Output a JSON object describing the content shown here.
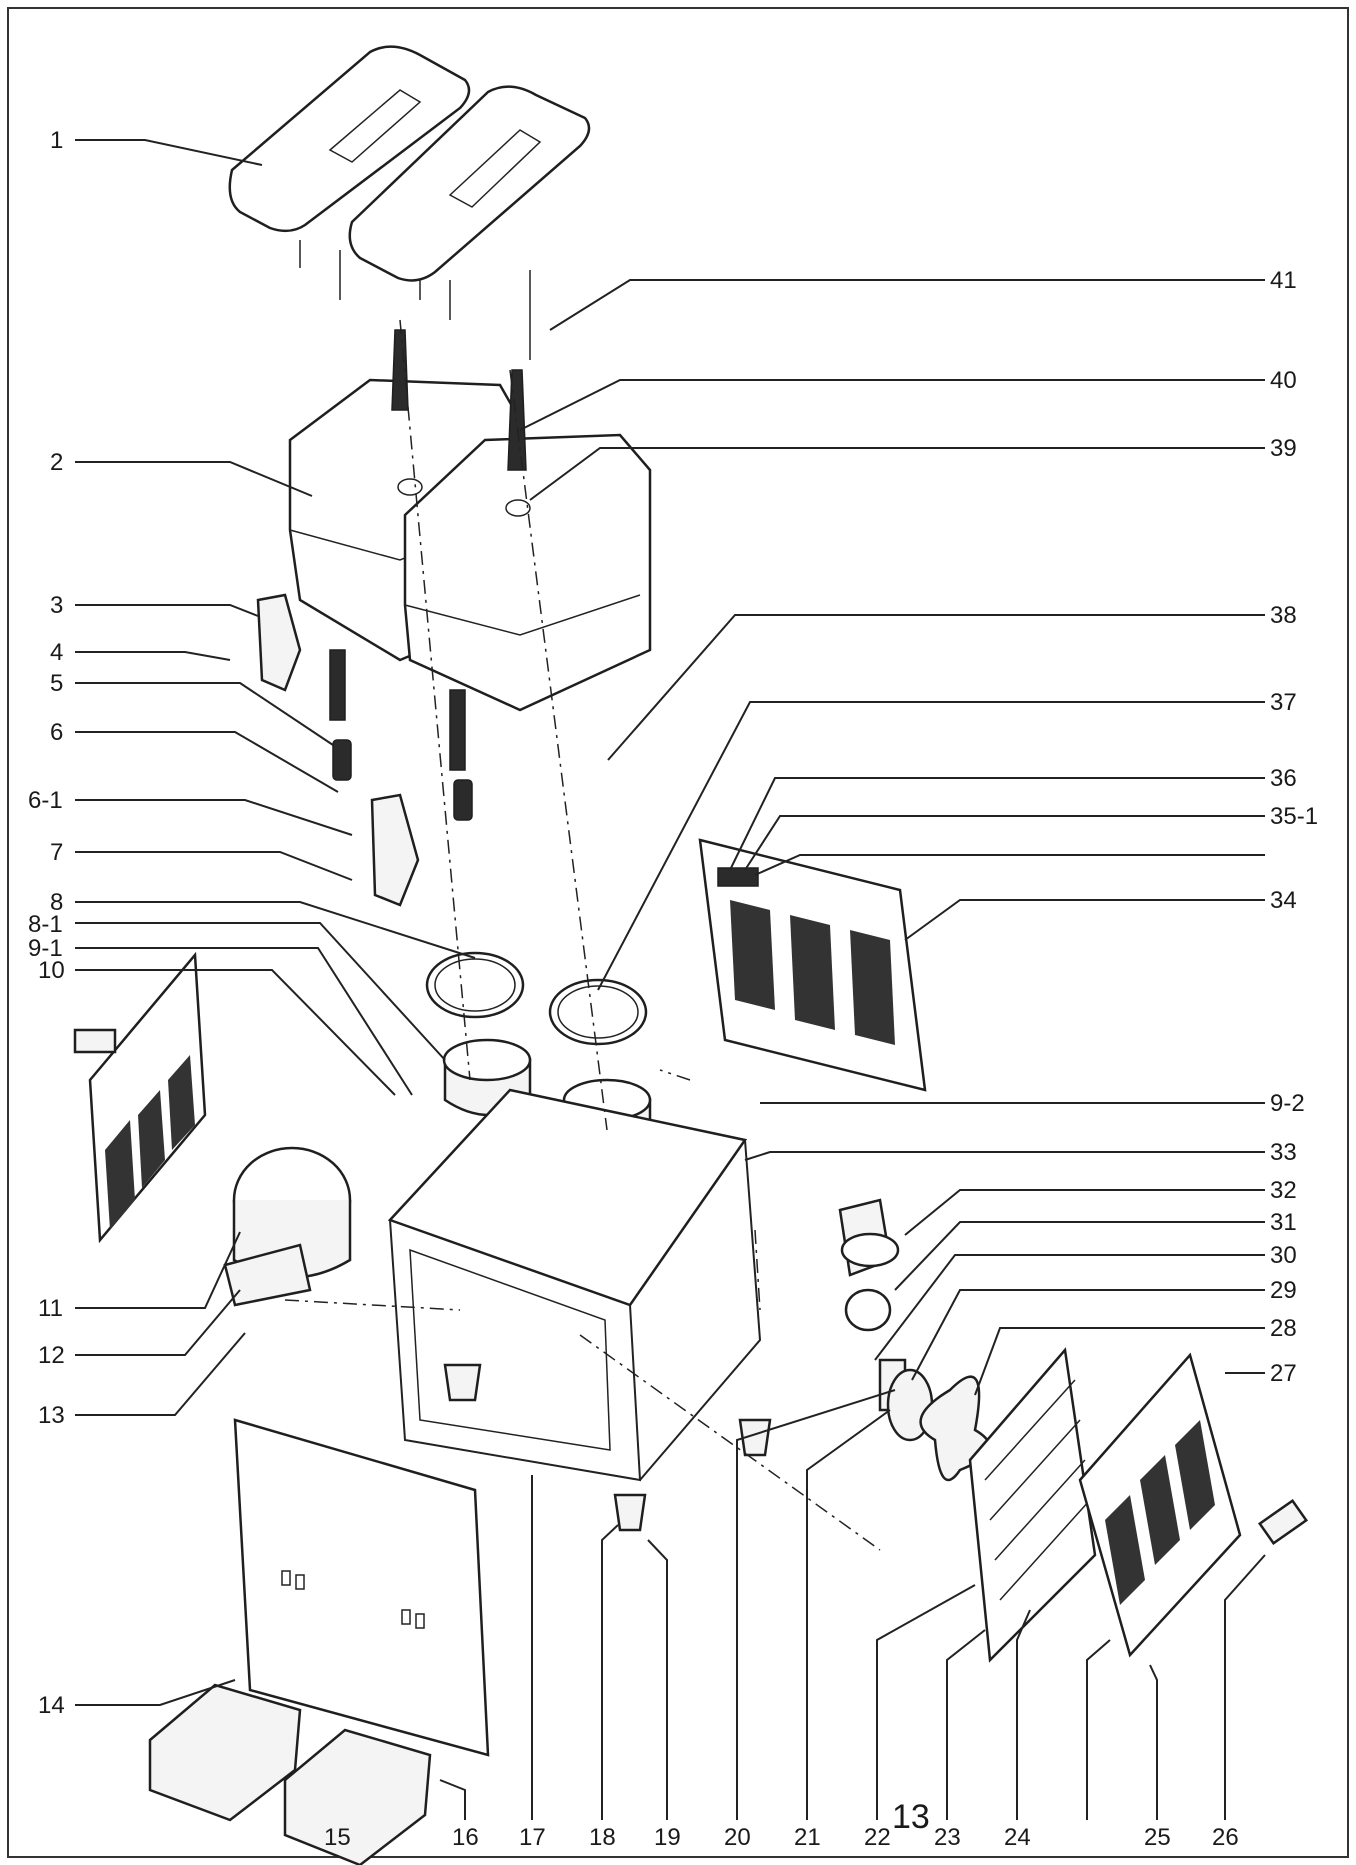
{
  "page_number": "13",
  "callouts_left": [
    "1",
    "2",
    "3",
    "4",
    "5",
    "6",
    "6-1",
    "7",
    "8",
    "8-1",
    "9-1",
    "10",
    "11",
    "12",
    "13",
    "14"
  ],
  "callouts_right": [
    "41",
    "40",
    "39",
    "38",
    "37",
    "36",
    "35-1",
    "34",
    "9-2",
    "33",
    "32",
    "31",
    "30",
    "29",
    "28",
    "27"
  ],
  "callouts_bottom": [
    "15",
    "16",
    "17",
    "18",
    "19",
    "20",
    "21",
    "22",
    "23",
    "24",
    "25",
    "26"
  ]
}
